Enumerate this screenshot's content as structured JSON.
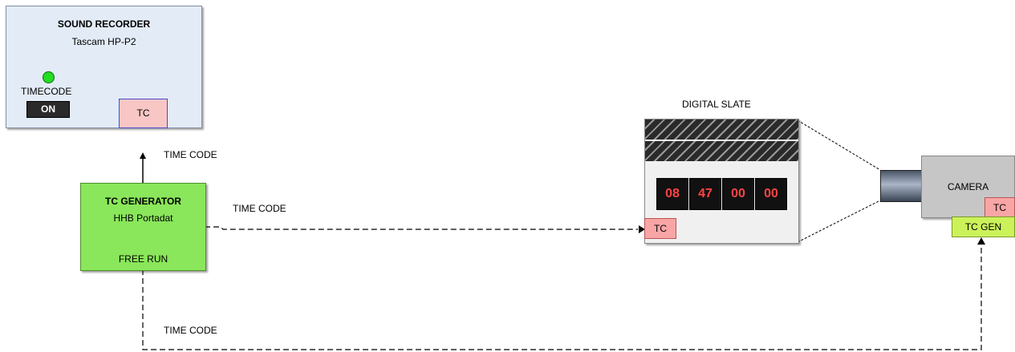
{
  "recorder": {
    "title": "SOUND RECORDER",
    "model": "Tascam HP-P2",
    "timecode_label": "TIMECODE",
    "switch_label": "ON",
    "tc_port": "TC"
  },
  "generator": {
    "title": "TC GENERATOR",
    "model": "HHB Portadat",
    "mode": "FREE RUN"
  },
  "slate": {
    "title": "DIGITAL SLATE",
    "digits": [
      "08",
      "47",
      "00",
      "00"
    ],
    "tc_port": "TC"
  },
  "camera": {
    "label": "CAMERA",
    "tc_port": "TC",
    "tc_gen": "TC GEN"
  },
  "links": {
    "to_recorder": "TIME CODE",
    "to_slate": "TIME CODE",
    "to_camera": "TIME CODE"
  },
  "colors": {
    "recorder_bg": "#e3ebf7",
    "generator_bg": "#8ae65a",
    "led": "#22dd22",
    "tc_port": "#f9a5a5",
    "tc_gen": "#ccf25a",
    "slate_digits": "#ff4444"
  }
}
